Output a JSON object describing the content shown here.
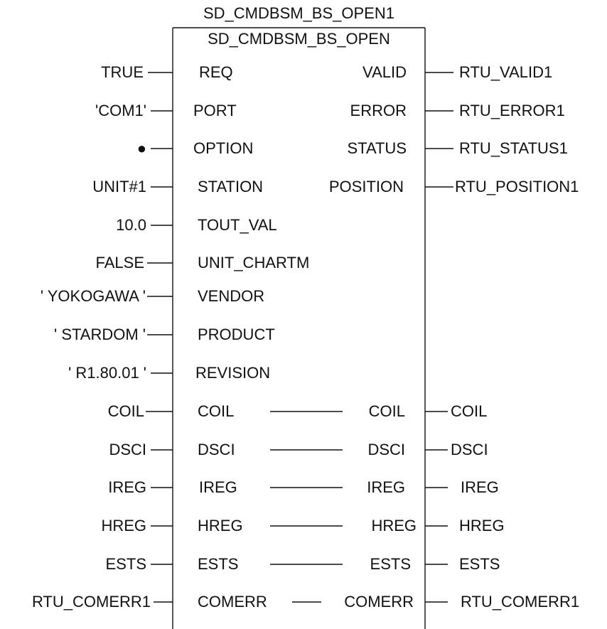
{
  "instance_name": "SD_CMDBSM_BS_OPEN1",
  "block_type": "SD_CMDBSM_BS_OPEN",
  "inputs": [
    {
      "value": "TRUE",
      "pin": "REQ"
    },
    {
      "value": "'COM1'",
      "pin": "PORT"
    },
    {
      "value": "●",
      "pin": "OPTION"
    },
    {
      "value": "UNIT#1",
      "pin": "STATION"
    },
    {
      "value": "10.0",
      "pin": "TOUT_VAL"
    },
    {
      "value": "FALSE",
      "pin": "UNIT_CHARTM"
    },
    {
      "value": "' YOKOGAWA '",
      "pin": "VENDOR"
    },
    {
      "value": "' STARDOM '",
      "pin": "PRODUCT"
    },
    {
      "value": "' R1.80.01 '",
      "pin": "REVISION"
    }
  ],
  "outputs": [
    {
      "pin": "VALID",
      "value": "RTU_VALID1"
    },
    {
      "pin": "ERROR",
      "value": "RTU_ERROR1"
    },
    {
      "pin": "STATUS",
      "value": "RTU_STATUS1"
    },
    {
      "pin": "POSITION",
      "value": "RTU_POSITION1"
    }
  ],
  "in_outs": [
    {
      "in_value": "COIL",
      "in_pin": "COIL",
      "out_pin": "COIL",
      "out_value": "COIL"
    },
    {
      "in_value": "DSCI",
      "in_pin": "DSCI",
      "out_pin": "DSCI",
      "out_value": "DSCI"
    },
    {
      "in_value": "IREG",
      "in_pin": "IREG",
      "out_pin": "IREG",
      "out_value": "IREG"
    },
    {
      "in_value": "HREG",
      "in_pin": "HREG",
      "out_pin": "HREG",
      "out_value": "HREG"
    },
    {
      "in_value": "ESTS",
      "in_pin": "ESTS",
      "out_pin": "ESTS",
      "out_value": "ESTS"
    },
    {
      "in_value": "RTU_COMERR1",
      "in_pin": "COMERR",
      "out_pin": "COMERR",
      "out_value": "RTU_COMERR1"
    }
  ]
}
